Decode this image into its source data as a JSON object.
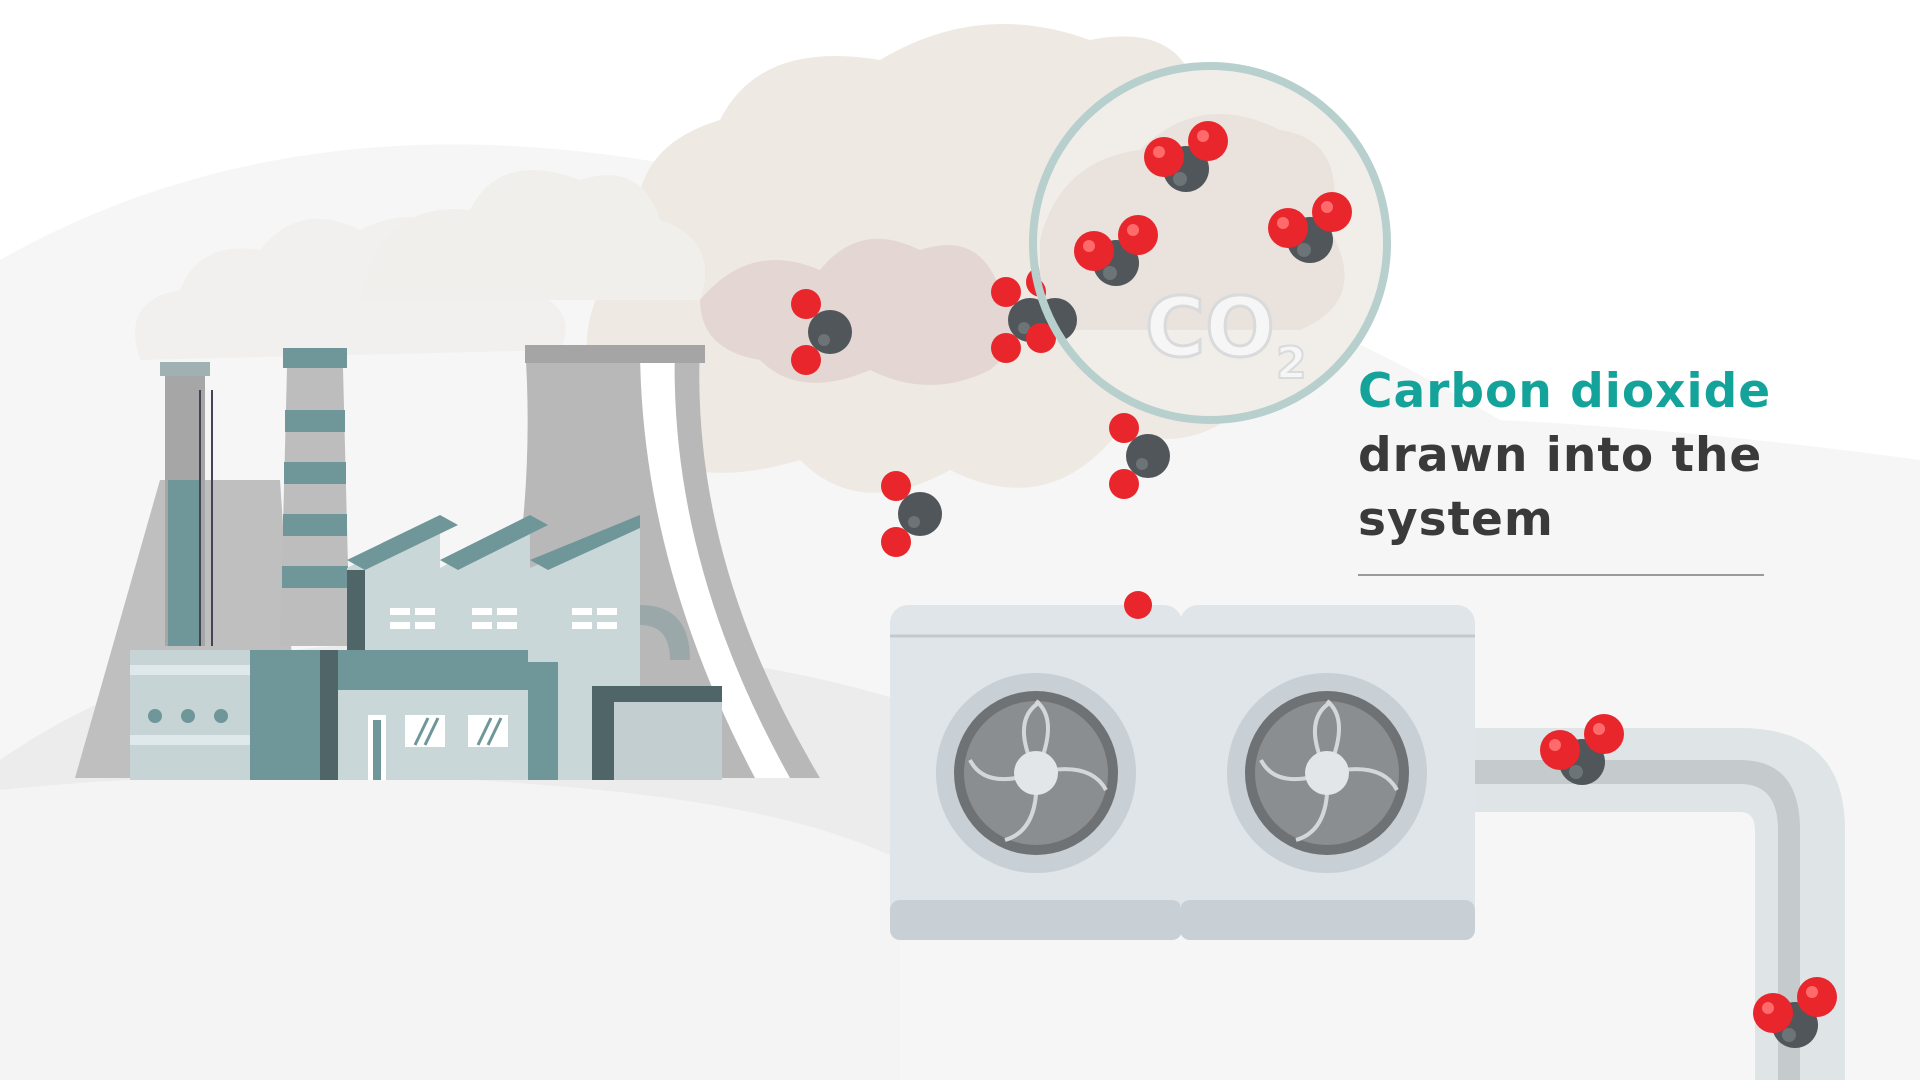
{
  "caption": {
    "highlight": "Carbon dioxide",
    "line2": "drawn into the",
    "line3": "system"
  },
  "magnifier": {
    "formula_main": "CO",
    "formula_sub": "2"
  },
  "colors": {
    "accent": "#14a39a",
    "text": "#3a3a3a",
    "oxygen": "#e8262c",
    "carbon": "#505659",
    "factory_teal": "#6f9698",
    "factory_light": "#c8d6d8",
    "tower_gray": "#bdbdbd",
    "smoke": "#efe9e4",
    "unit_body": "#dfe5e9"
  },
  "icons": [
    "factory-icon",
    "cooling-tower-icon",
    "chimney-icon",
    "fan-icon",
    "pipe-icon",
    "co2-molecule-icon",
    "magnifier-icon"
  ]
}
